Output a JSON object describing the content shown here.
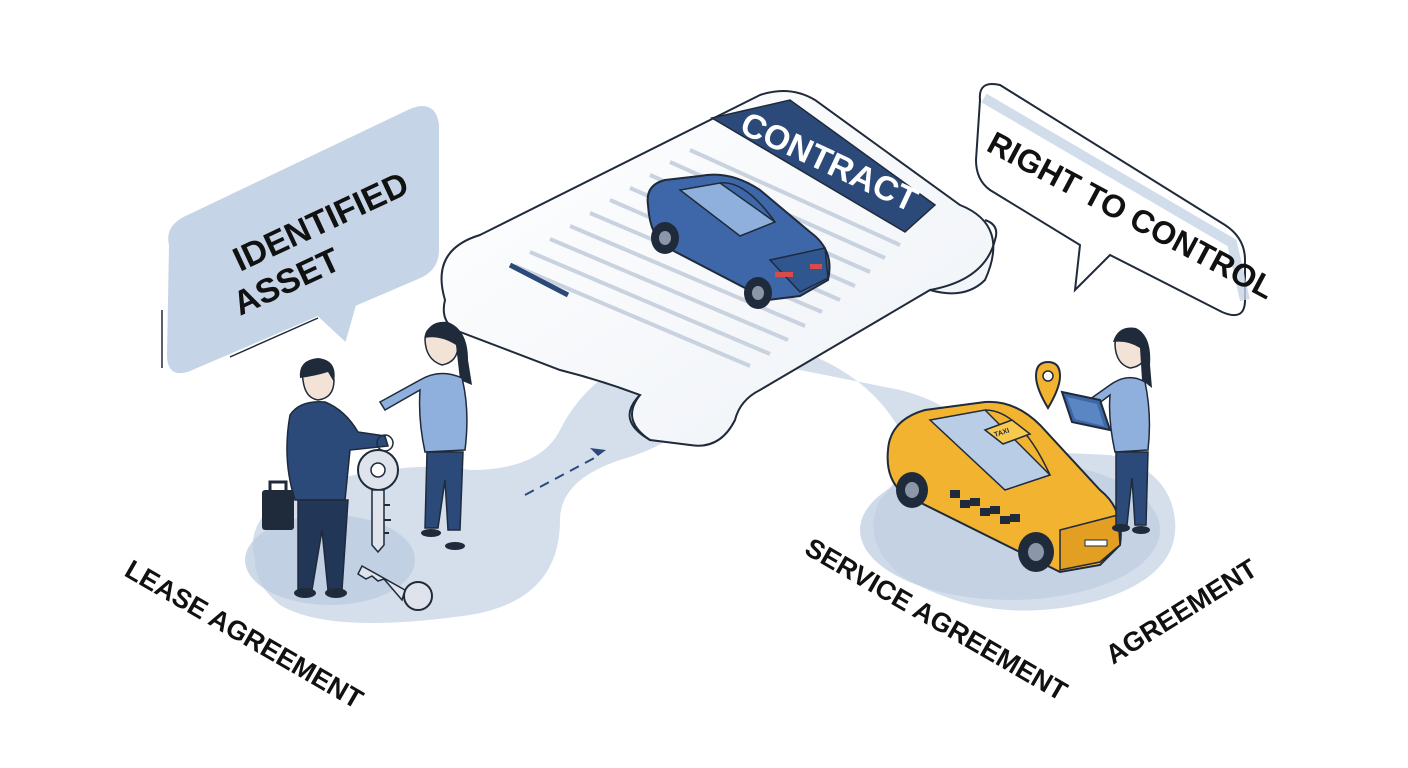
{
  "contract": {
    "banner": "CONTRACT"
  },
  "bubbles": {
    "left_line1": "IDENTIFIED",
    "left_line2": "ASSET",
    "right": "RIGHT TO CONTROL"
  },
  "labels": {
    "lease": "LEASE AGREEMENT",
    "service": "SERVICE AGREEMENT",
    "agreement": "AGREEMENT"
  },
  "taxi_sign": "TAXI",
  "colors": {
    "navy": "#2b4a7a",
    "blue_car": "#3d67a8",
    "taxi_yellow": "#f2b330",
    "platform": "#c9d7e8",
    "bubble": "#c5d4e6",
    "outline": "#1f2a3a"
  },
  "icons": [
    "key-icon",
    "briefcase-icon",
    "location-pin-icon",
    "tablet-icon"
  ]
}
